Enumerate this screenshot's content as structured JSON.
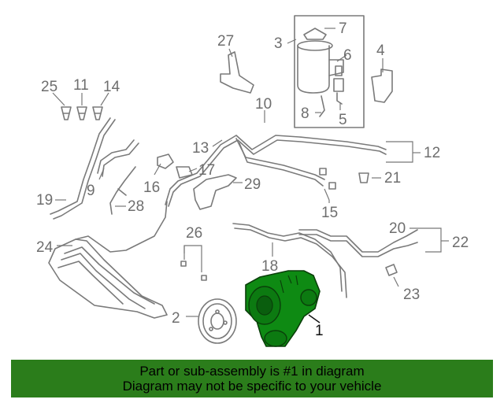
{
  "callouts": {
    "c1": "1",
    "c2": "2",
    "c3": "3",
    "c4": "4",
    "c5": "5",
    "c6": "6",
    "c7": "7",
    "c8": "8",
    "c9": "9",
    "c10": "10",
    "c11": "11",
    "c12": "12",
    "c13": "13",
    "c14": "14",
    "c15": "15",
    "c16": "16",
    "c17": "17",
    "c18": "18",
    "c19": "19",
    "c20": "20",
    "c21": "21",
    "c22": "22",
    "c23": "23",
    "c24": "24",
    "c25": "25",
    "c26": "26",
    "c27": "27",
    "c28": "28",
    "c29": "29"
  },
  "highlight_color": "#2b7d1b",
  "banner": {
    "line1": "Part or sub-assembly is #1 in diagram",
    "line2": "Diagram may not be specific to your vehicle"
  }
}
